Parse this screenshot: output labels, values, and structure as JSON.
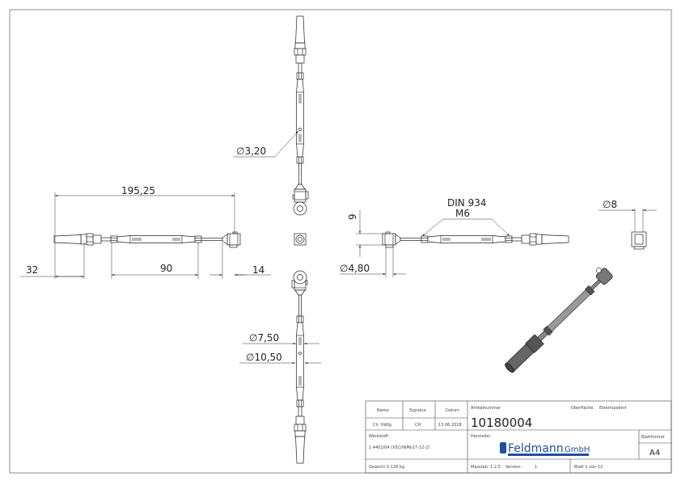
{
  "dimensions": {
    "overall_length": "195,25",
    "swage_length": "32",
    "body_length": "90",
    "fork_length": "14",
    "hole_diameter": "∅3,20",
    "nut_standard": "DIN 934",
    "nut_thread": "M6",
    "fork_width": "9",
    "pin_diameter": "∅4,80",
    "end_diameter": "∅8",
    "body_diameter_small": "∅7,50",
    "body_diameter_large": "∅10,50"
  },
  "title_block": {
    "name_label": "Name",
    "signature_label": "Signatur",
    "date_label": "Datum",
    "name_value": "Ch. Häfig",
    "signature_value": "CH",
    "date_value": "13.06.2018",
    "article_label": "Artikelnummer",
    "article_number": "10180004",
    "surface_label": "Oberfläche:",
    "surface_value": "Elektropoliert",
    "material_label": "Werkstoff:",
    "material_value": "1.4401/04 (X5CrNiMo17-12-2)",
    "manufacturer_label": "Hersteller",
    "logo_text": "Feldmann GmbH",
    "sheet_format_label": "Blattformat",
    "sheet_format_value": "A4",
    "weight": "Gewicht 0.128 kg",
    "scale": "Masstab: 1:2.5",
    "version_label": "Version:",
    "version_value": "1",
    "sheet": "Blatt 1 von 12"
  },
  "colors": {
    "line": "#333333",
    "logo": "#1f4fa0"
  }
}
